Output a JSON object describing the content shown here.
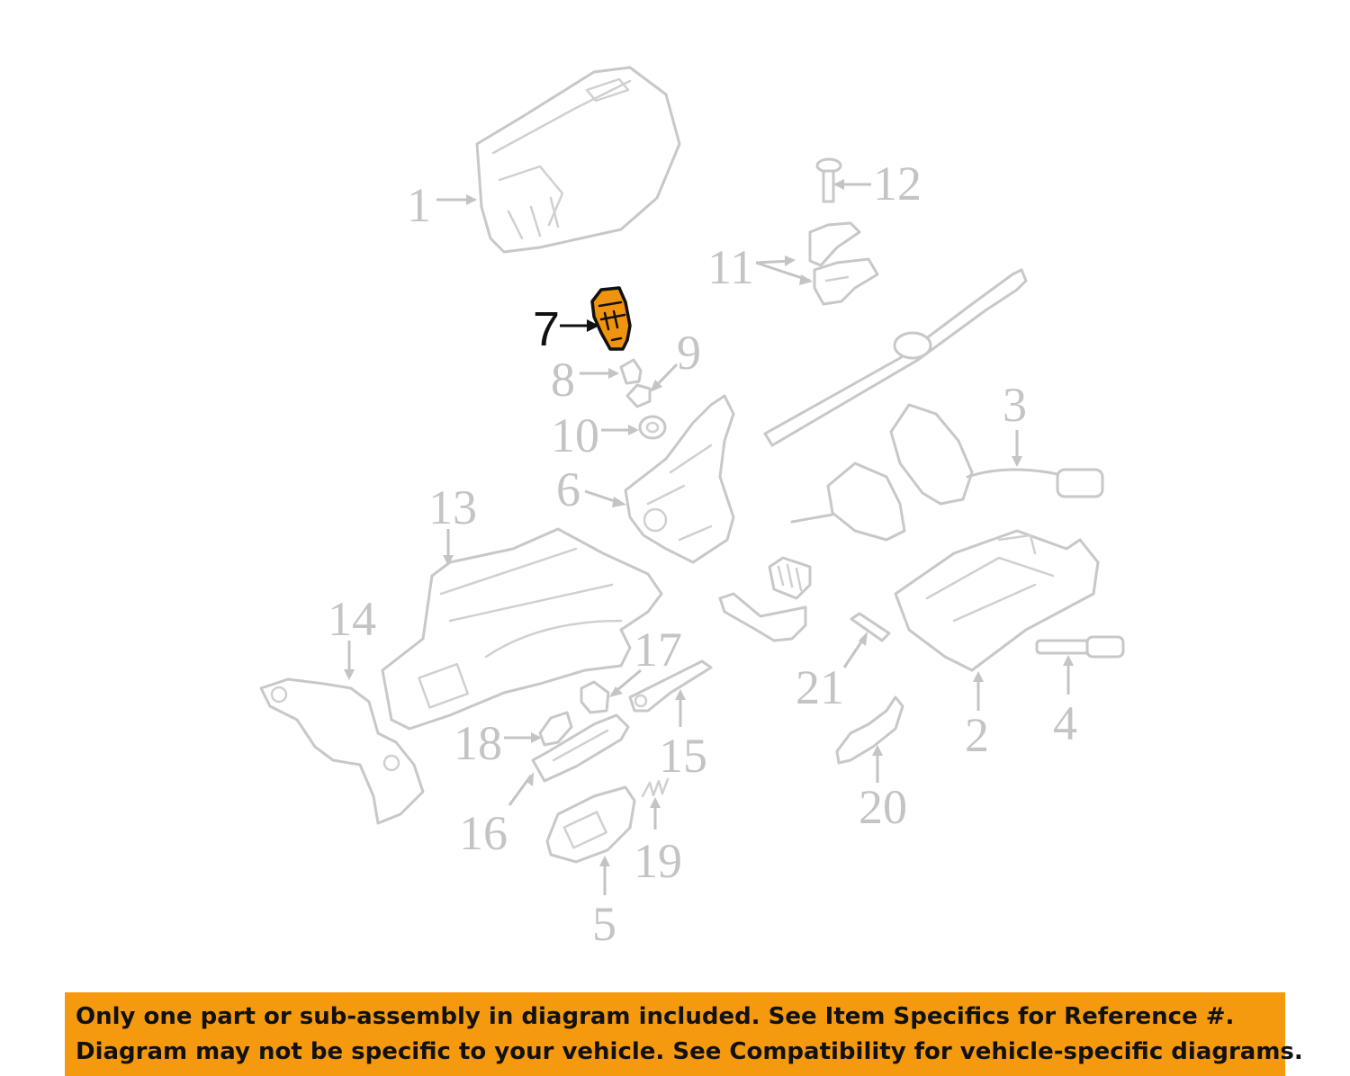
{
  "callouts": [
    {
      "id": "1",
      "highlighted": false
    },
    {
      "id": "2",
      "highlighted": false
    },
    {
      "id": "3",
      "highlighted": false
    },
    {
      "id": "4",
      "highlighted": false
    },
    {
      "id": "5",
      "highlighted": false
    },
    {
      "id": "6",
      "highlighted": false
    },
    {
      "id": "7",
      "highlighted": true
    },
    {
      "id": "8",
      "highlighted": false
    },
    {
      "id": "9",
      "highlighted": false
    },
    {
      "id": "10",
      "highlighted": false
    },
    {
      "id": "11",
      "highlighted": false
    },
    {
      "id": "12",
      "highlighted": false
    },
    {
      "id": "13",
      "highlighted": false
    },
    {
      "id": "14",
      "highlighted": false
    },
    {
      "id": "15",
      "highlighted": false
    },
    {
      "id": "16",
      "highlighted": false
    },
    {
      "id": "17",
      "highlighted": false
    },
    {
      "id": "18",
      "highlighted": false
    },
    {
      "id": "19",
      "highlighted": false
    },
    {
      "id": "20",
      "highlighted": false
    },
    {
      "id": "21",
      "highlighted": false
    }
  ],
  "colors": {
    "highlight_part": "#f0930e",
    "notice_background": "#f59a0e",
    "faded_lines": "#c8c8c8"
  },
  "notice": {
    "line1": "Only one part or sub-assembly in diagram included. See Item Specifics for Reference #.",
    "line2": "Diagram may not be specific to your vehicle. See Compatibility for vehicle-specific diagrams."
  }
}
